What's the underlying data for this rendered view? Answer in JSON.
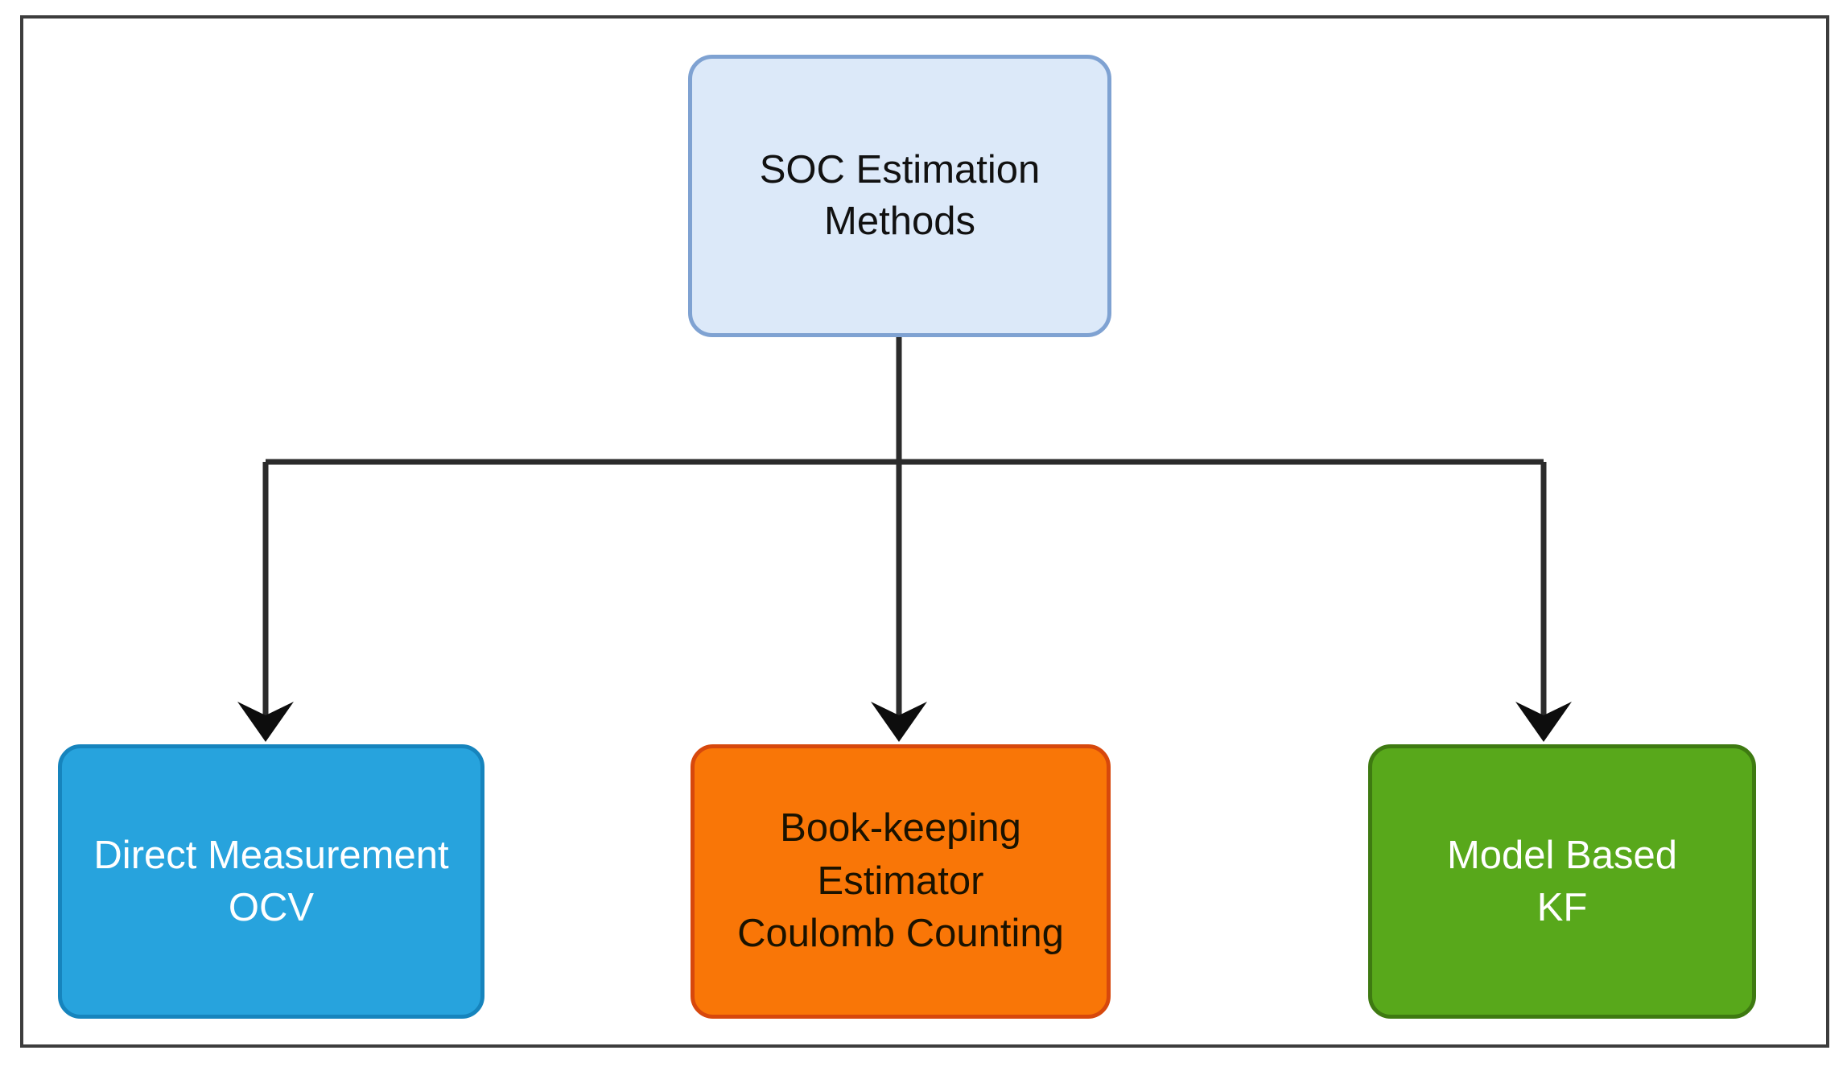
{
  "diagram": {
    "title": "SOC Estimation Methods",
    "type": "tree-flowchart",
    "background_color": "#ffffff",
    "frame_border_color": "#3d3d3d",
    "connector_color": "#2b2b2b"
  },
  "nodes": {
    "root": {
      "id": "soc-estimation-methods",
      "lines": [
        "SOC Estimation",
        "Methods"
      ],
      "fill_color": "#dce9f9",
      "border_color": "#7fa2d2",
      "text_color": "#111111"
    },
    "direct": {
      "id": "direct-measurement",
      "lines": [
        "Direct Measurement",
        "OCV"
      ],
      "fill_color": "#27a3dd",
      "border_color": "#1684bd",
      "text_color": "#ffffff"
    },
    "bookkeeping": {
      "id": "book-keeping-estimator",
      "lines": [
        "Book-keeping",
        "Estimator",
        "Coulomb Counting"
      ],
      "fill_color": "#f97607",
      "border_color": "#d7480c",
      "text_color": "#1a1200"
    },
    "model": {
      "id": "model-based",
      "lines": [
        "Model Based",
        "KF"
      ],
      "fill_color": "#58a81b",
      "border_color": "#3e7a11",
      "text_color": "#ffffff"
    }
  },
  "edges": [
    {
      "from": "root",
      "to": "direct",
      "arrow": "down"
    },
    {
      "from": "root",
      "to": "bookkeeping",
      "arrow": "down"
    },
    {
      "from": "root",
      "to": "model",
      "arrow": "down"
    }
  ]
}
